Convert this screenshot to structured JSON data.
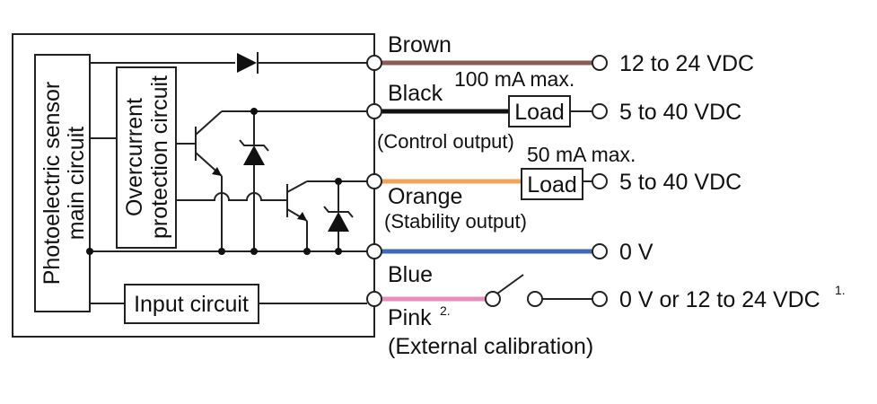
{
  "labels": {
    "main_circuit": [
      "Photoelectric sensor",
      "main circuit"
    ],
    "overcurrent": [
      "Overcurrent",
      "protection circuit"
    ],
    "input_circuit": "Input circuit",
    "load": "Load",
    "ma100": "100 mA max.",
    "ma50": "50 mA max.",
    "control_output": "(Control output)",
    "stability_output": "(Stability output)",
    "external_calibration": "(External calibration)",
    "note1": "1.",
    "note2": "2."
  },
  "wires": [
    {
      "name": "Brown",
      "color": "#8b5a55",
      "supply": "12 to 24 VDC"
    },
    {
      "name": "Black",
      "color": "#111111",
      "supply": "5 to 40 VDC"
    },
    {
      "name": "Orange",
      "color": "#f0a45a",
      "supply": "5 to 40 VDC"
    },
    {
      "name": "Blue",
      "color": "#3f69b3",
      "supply": "0 V"
    },
    {
      "name": "Pink",
      "color": "#e98dbf",
      "supply": "0 V or 12 to 24 VDC"
    }
  ]
}
